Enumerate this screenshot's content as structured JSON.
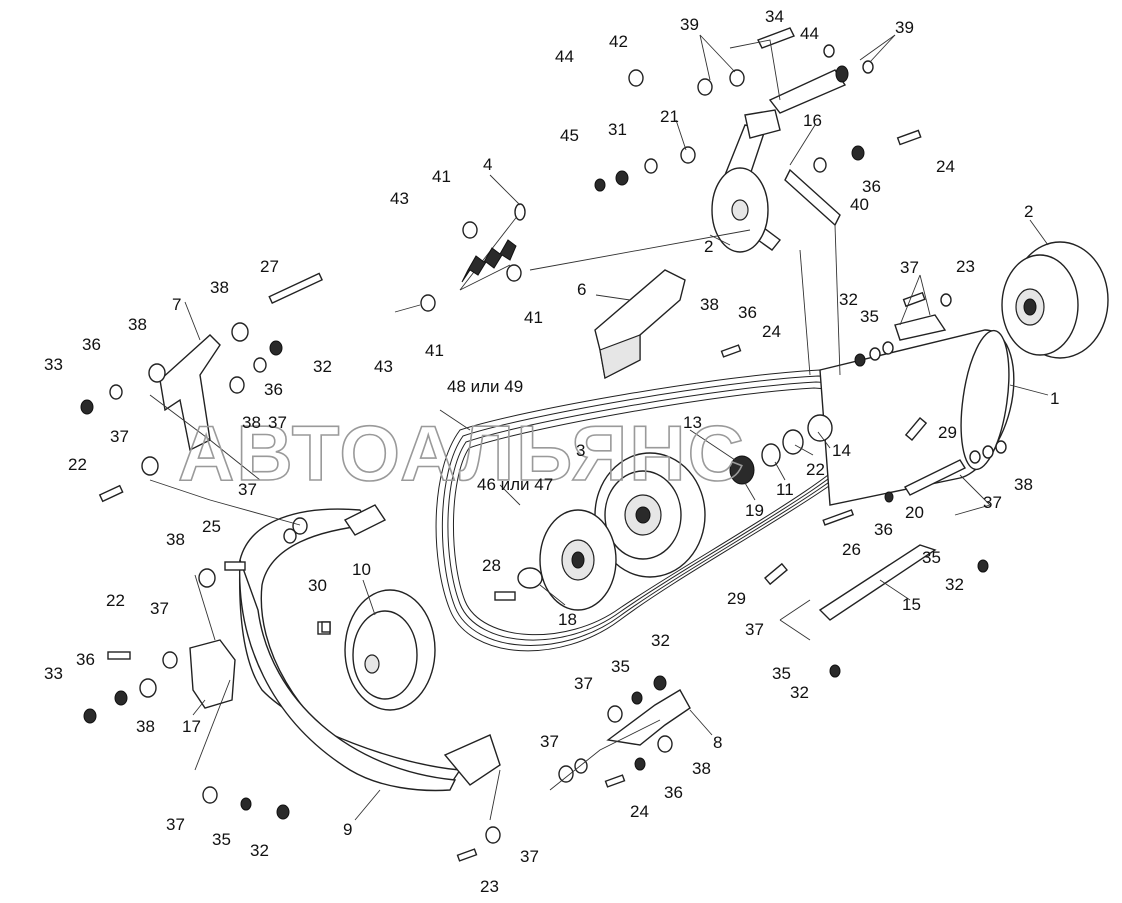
{
  "watermark": "АВТОАЛЬЯНС",
  "callouts": [
    "1",
    "2",
    "2",
    "3",
    "4",
    "6",
    "7",
    "8",
    "9",
    "10",
    "11",
    "13",
    "14",
    "15",
    "16",
    "17",
    "18",
    "19",
    "20",
    "21",
    "22",
    "22",
    "22",
    "23",
    "23",
    "24",
    "24",
    "24",
    "25",
    "26",
    "27",
    "28",
    "29",
    "29",
    "30",
    "31",
    "32",
    "32",
    "32",
    "32",
    "32",
    "32",
    "33",
    "33",
    "34",
    "35",
    "35",
    "35",
    "35",
    "35",
    "36",
    "36",
    "36",
    "36",
    "36",
    "36",
    "36",
    "37",
    "37",
    "37",
    "37",
    "37",
    "37",
    "37",
    "37",
    "37",
    "37",
    "37",
    "38",
    "38",
    "38",
    "38",
    "38",
    "38",
    "38",
    "38",
    "39",
    "39",
    "40",
    "41",
    "41",
    "41",
    "42",
    "43",
    "43",
    "44",
    "44",
    "45",
    "46 или 47",
    "48 или 49"
  ]
}
